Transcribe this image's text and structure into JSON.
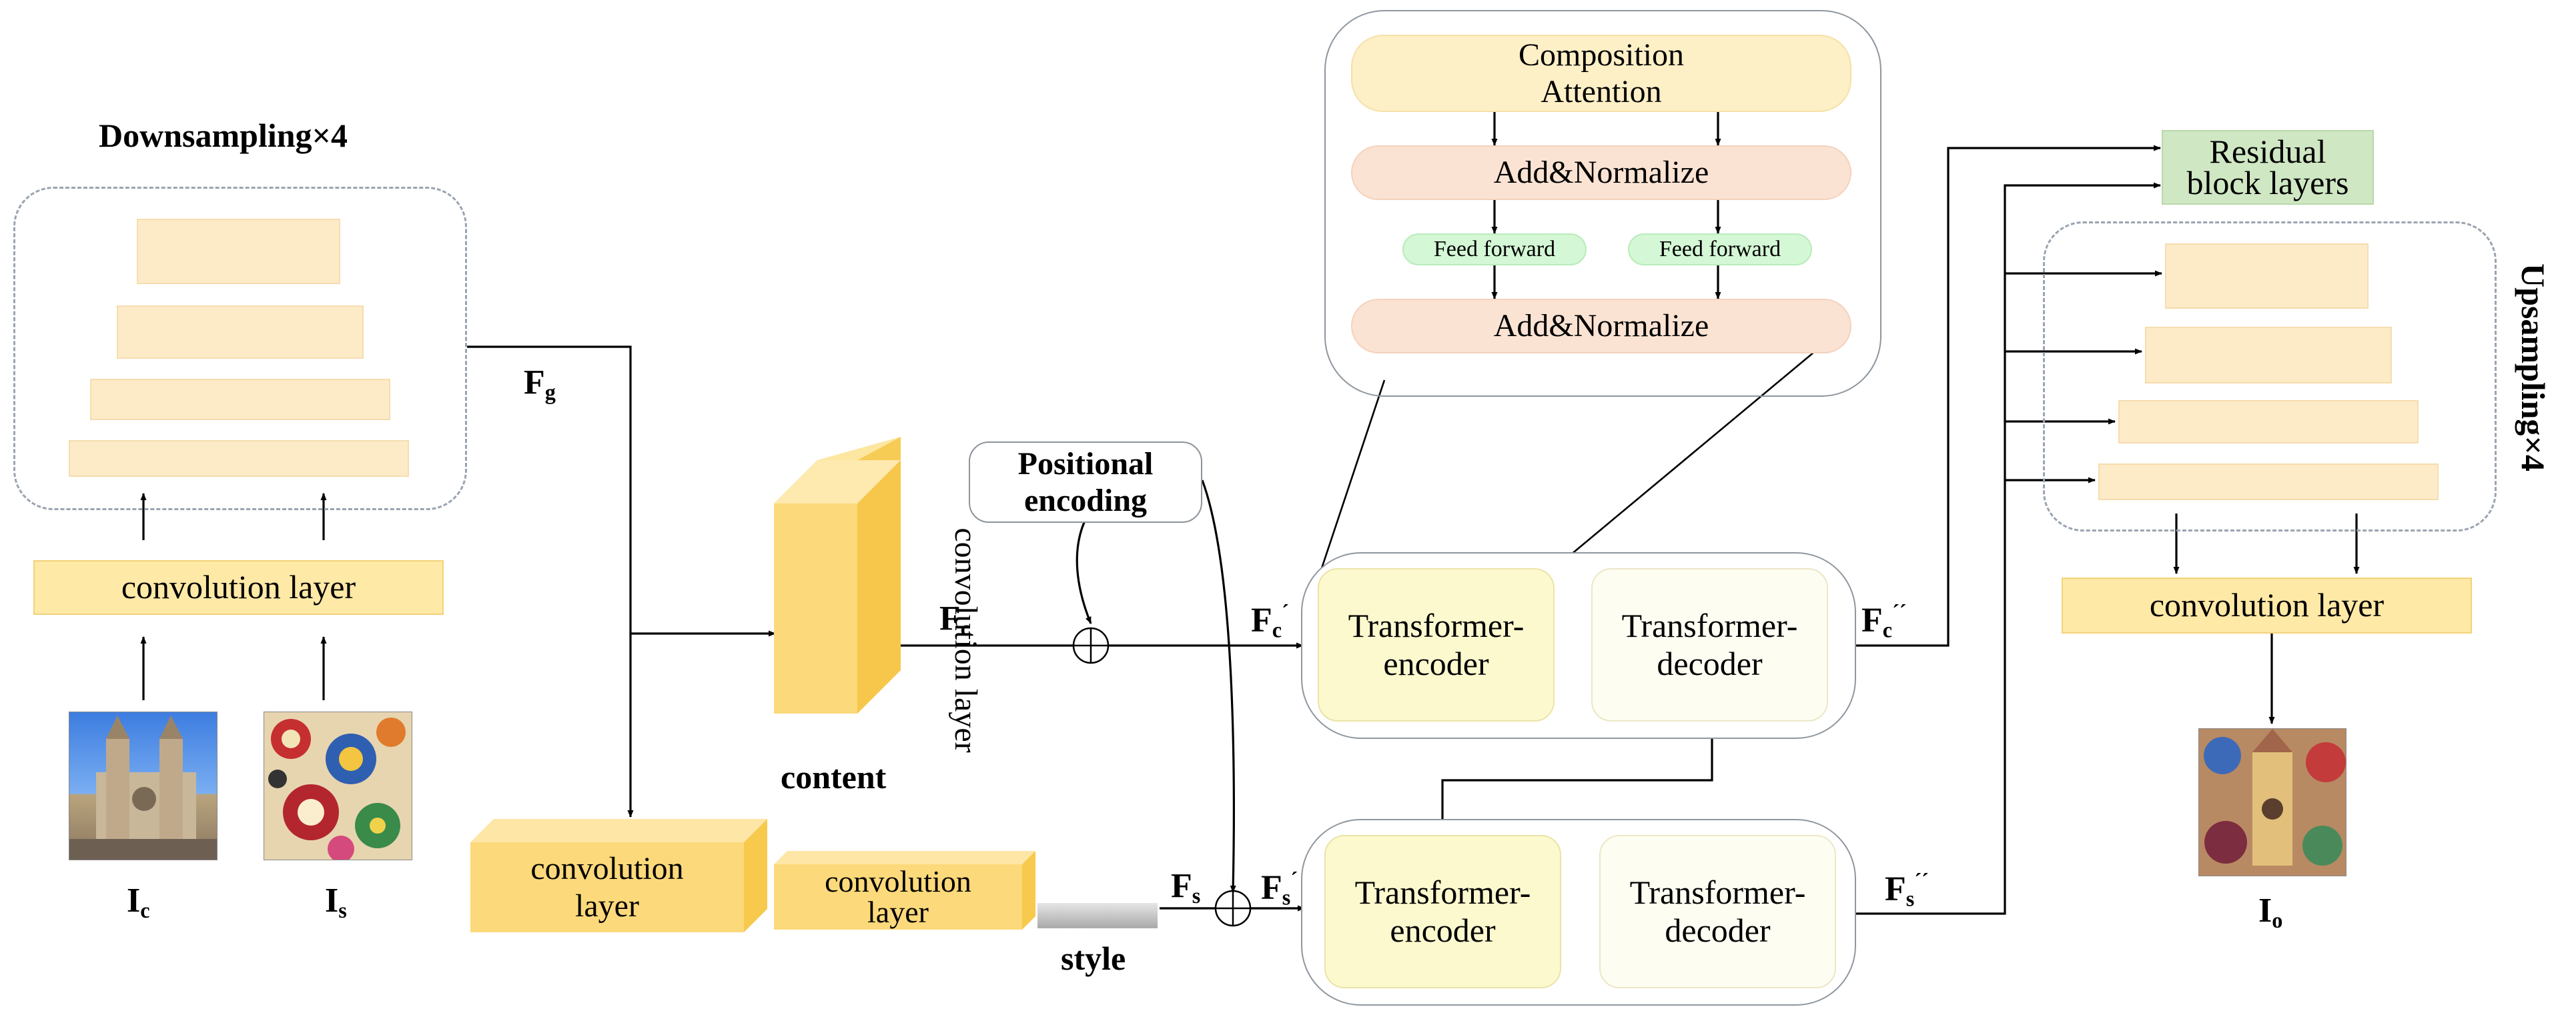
{
  "left": {
    "title": "Downsampling×4",
    "conv_label": "convolution layer",
    "img_c_main": "I",
    "img_c_sub": "c",
    "img_s_main": "I",
    "img_s_sub": "s"
  },
  "labels": {
    "fg_main": "F",
    "fg_sub": "g",
    "fc_main": "F",
    "fc_sub": "c",
    "fs_main": "F",
    "fs_sub": "s",
    "fc1_main": "F",
    "fc1_sub": "c",
    "fc1_prime": "´",
    "fs1_main": "F",
    "fs1_sub": "s",
    "fs1_prime": "´",
    "fc2_main": "F",
    "fc2_sub": "c",
    "fc2_prime": "´´",
    "fs2_main": "F",
    "fs2_sub": "s",
    "fs2_prime": "´´",
    "io_main": "I",
    "io_sub": "o"
  },
  "middle": {
    "content_conv": "convolution layer",
    "content_label": "content",
    "style_conv1": "convolution layer",
    "style_conv2": "convolution layer",
    "style_label": "style",
    "positional_encoding": "Positional encoding"
  },
  "transformer": {
    "encoder": "Transformer-encoder",
    "decoder": "Transformer-decoder"
  },
  "detail": {
    "composition_attention": "Composition Attention",
    "add_normalize": "Add&Normalize",
    "feed_forward": "Feed forward"
  },
  "right": {
    "residual": "Residual block layers",
    "title": "Upsampling×4",
    "conv_label": "convolution layer"
  },
  "colors": {
    "bar_fill": "#fdebc8",
    "conv_fill": "#ffe9a6",
    "cube_front": "#fcd97a",
    "cube_side": "#f7cc55",
    "encoder_fill": "#fdf9cf",
    "decoder_fill": "#fefdf2",
    "attention_fill": "#fdefc6",
    "addnorm_fill": "#fbe3d3",
    "feedforward_fill": "#d4f7d5",
    "residual_fill": "#cfe7c3",
    "stroke": "#000000"
  }
}
